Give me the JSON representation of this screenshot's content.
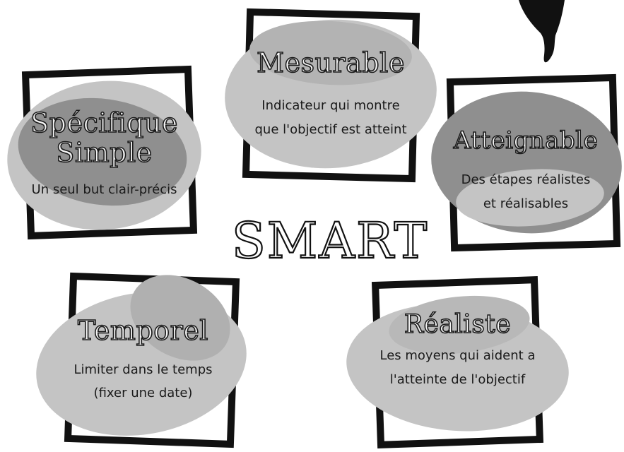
{
  "center": {
    "title": "SMART"
  },
  "cards": {
    "specifique": {
      "title_line1": "Spécifique",
      "title_line2": "Simple",
      "description": "Un seul but clair-précis"
    },
    "mesurable": {
      "title": "Mesurable",
      "description_line1": "Indicateur qui montre",
      "description_line2": "que l'objectif est atteint"
    },
    "atteignable": {
      "title": "Atteignable",
      "description_line1": "Des étapes réalistes",
      "description_line2": "et réalisables"
    },
    "temporel": {
      "title": "Temporel",
      "description_line1": "Limiter dans le temps",
      "description_line2": "(fixer une date)"
    },
    "realiste": {
      "title": "Réaliste",
      "description_line1": "Les moyens qui aident a",
      "description_line2": "l'atteinte de l'objectif"
    }
  },
  "colors": {
    "frame": "#111111",
    "blob_light": "#c4c4c4",
    "blob_dark": "#8f8f8f",
    "text": "#1a1a1a"
  }
}
